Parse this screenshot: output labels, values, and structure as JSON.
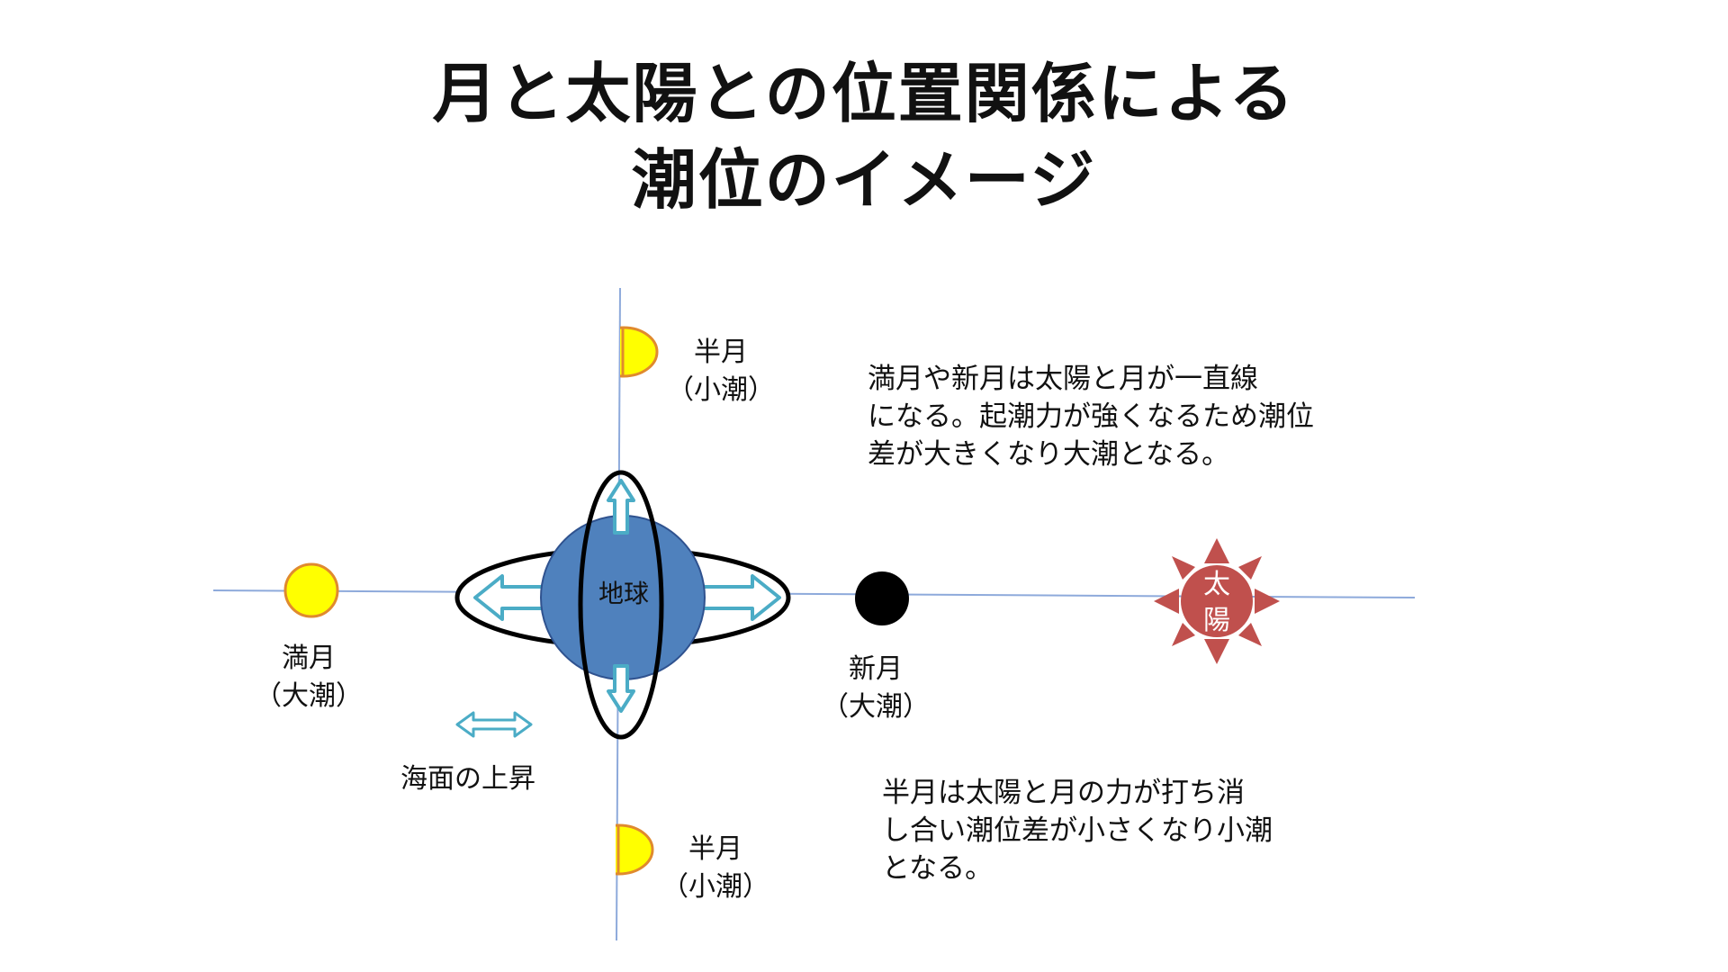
{
  "title": {
    "line1": "月と太陽との位置関係による",
    "line2": "潮位のイメージ"
  },
  "earth": {
    "label": "地球",
    "color": "#4f81bd"
  },
  "sun": {
    "label_line1": "太",
    "label_line2": "陽",
    "color": "#c0504d"
  },
  "full_moon": {
    "label": "満月",
    "sub": "（大潮）",
    "color": "#ffff00"
  },
  "new_moon": {
    "label": "新月",
    "sub": "（大潮）",
    "color": "#000000"
  },
  "half_moon_top": {
    "label": "半月",
    "sub": "（小潮）",
    "color": "#ffff00"
  },
  "half_moon_bottom": {
    "label": "半月",
    "sub": "（小潮）",
    "color": "#ffff00"
  },
  "legend": {
    "label": "海面の上昇",
    "arrow_color": "#4bacc6"
  },
  "note_spring": {
    "line1": "満月や新月は太陽と月が一直線",
    "line2": "になる。起潮力が強くなるため潮位",
    "line3": "差が大きくなり大潮となる。"
  },
  "note_neap": {
    "line1": "半月は太陽と月の力が打ち消",
    "line2": "し合い潮位差が小さくなり小潮",
    "line3": "となる。"
  }
}
